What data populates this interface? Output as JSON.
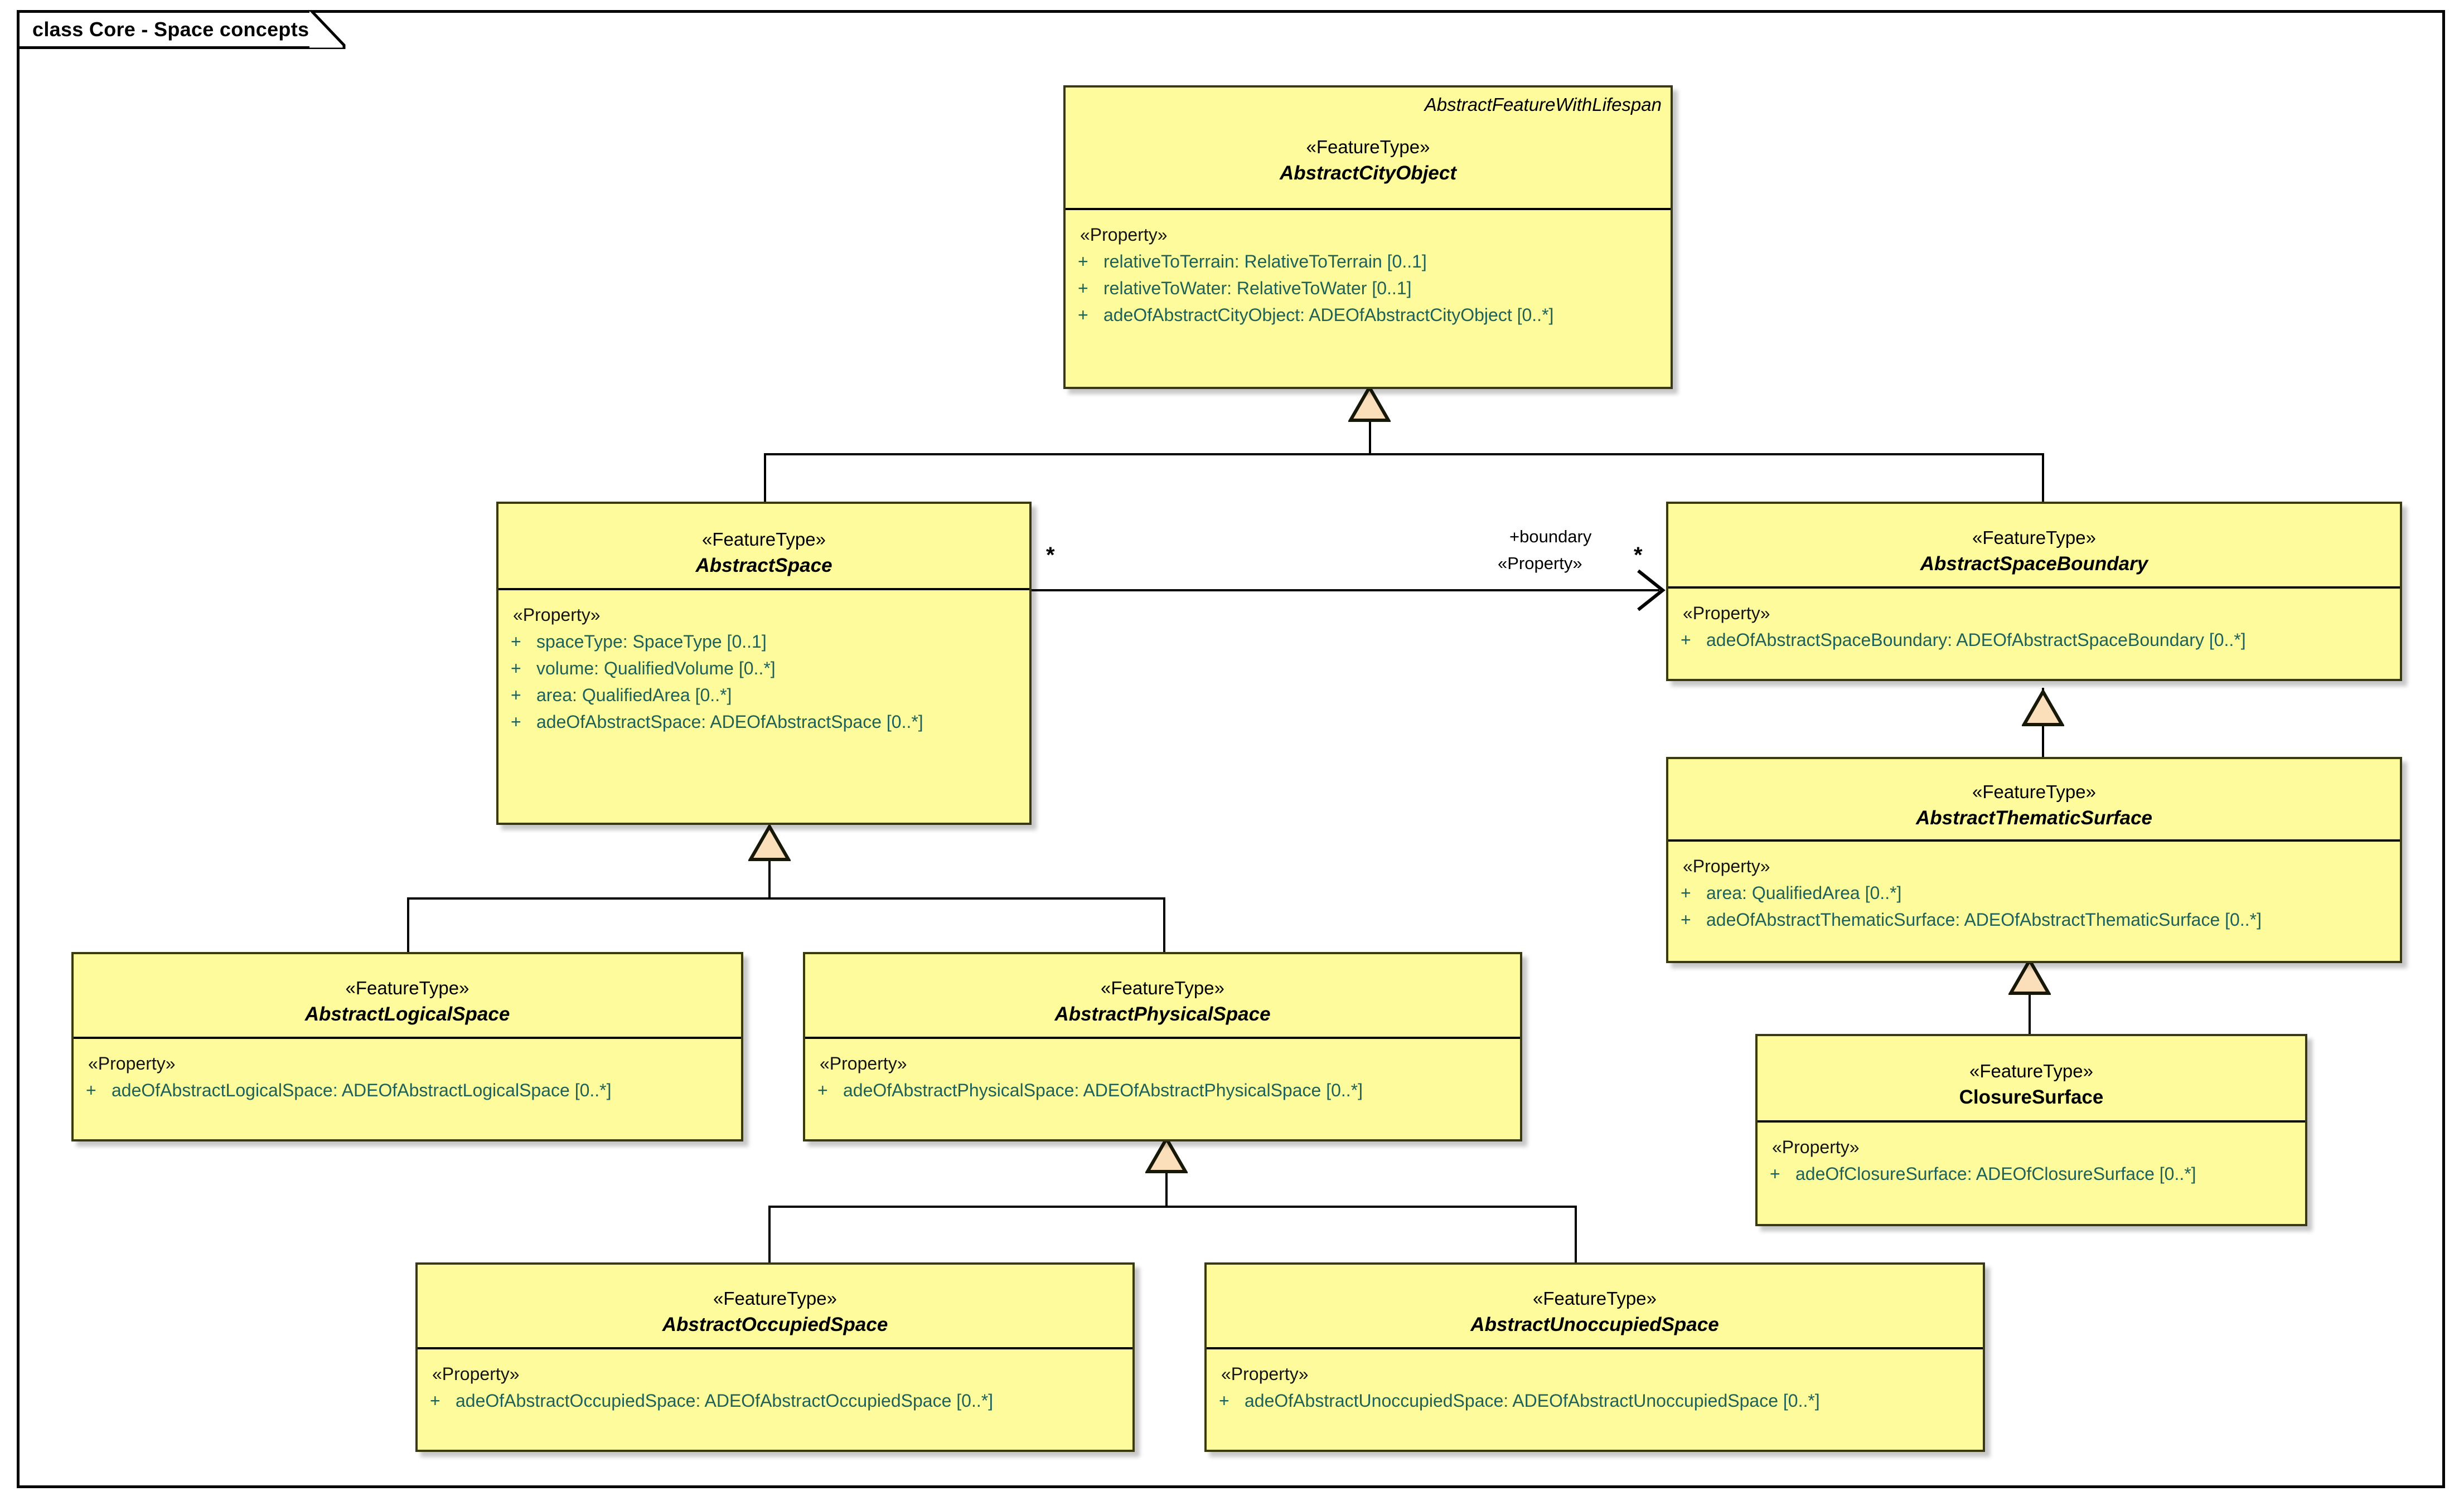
{
  "diagram": {
    "title": "class Core - Space concepts",
    "kind": "UML class diagram",
    "background_color": "#ffffff",
    "class_fill_color": "#fefb9c",
    "class_border_color": "#3a3a10",
    "property_text_color": "#1d6159",
    "generalization_fill_color": "#fbdfbb"
  },
  "classes": {
    "abstract_city_object": {
      "parent_name": "AbstractFeatureWithLifespan",
      "stereotype": "«FeatureType»",
      "name": "AbstractCityObject",
      "compartment_stereotype": "«Property»",
      "properties": [
        {
          "visibility": "+",
          "text": "relativeToTerrain: RelativeToTerrain [0..1]"
        },
        {
          "visibility": "+",
          "text": "relativeToWater: RelativeToWater [0..1]"
        },
        {
          "visibility": "+",
          "text": "adeOfAbstractCityObject: ADEOfAbstractCityObject [0..*]"
        }
      ]
    },
    "abstract_space": {
      "stereotype": "«FeatureType»",
      "name": "AbstractSpace",
      "compartment_stereotype": "«Property»",
      "properties": [
        {
          "visibility": "+",
          "text": "spaceType: SpaceType [0..1]"
        },
        {
          "visibility": "+",
          "text": "volume: QualifiedVolume [0..*]"
        },
        {
          "visibility": "+",
          "text": "area: QualifiedArea [0..*]"
        },
        {
          "visibility": "+",
          "text": "adeOfAbstractSpace: ADEOfAbstractSpace [0..*]"
        }
      ]
    },
    "abstract_space_boundary": {
      "stereotype": "«FeatureType»",
      "name": "AbstractSpaceBoundary",
      "compartment_stereotype": "«Property»",
      "properties": [
        {
          "visibility": "+",
          "text": "adeOfAbstractSpaceBoundary: ADEOfAbstractSpaceBoundary [0..*]"
        }
      ]
    },
    "abstract_thematic_surface": {
      "stereotype": "«FeatureType»",
      "name": "AbstractThematicSurface",
      "compartment_stereotype": "«Property»",
      "properties": [
        {
          "visibility": "+",
          "text": "area: QualifiedArea [0..*]"
        },
        {
          "visibility": "+",
          "text": "adeOfAbstractThematicSurface: ADEOfAbstractThematicSurface [0..*]"
        }
      ]
    },
    "closure_surface": {
      "stereotype": "«FeatureType»",
      "name": "ClosureSurface",
      "compartment_stereotype": "«Property»",
      "properties": [
        {
          "visibility": "+",
          "text": "adeOfClosureSurface: ADEOfClosureSurface [0..*]"
        }
      ]
    },
    "abstract_logical_space": {
      "stereotype": "«FeatureType»",
      "name": "AbstractLogicalSpace",
      "compartment_stereotype": "«Property»",
      "properties": [
        {
          "visibility": "+",
          "text": "adeOfAbstractLogicalSpace: ADEOfAbstractLogicalSpace [0..*]"
        }
      ]
    },
    "abstract_physical_space": {
      "stereotype": "«FeatureType»",
      "name": "AbstractPhysicalSpace",
      "compartment_stereotype": "«Property»",
      "properties": [
        {
          "visibility": "+",
          "text": "adeOfAbstractPhysicalSpace: ADEOfAbstractPhysicalSpace [0..*]"
        }
      ]
    },
    "abstract_occupied_space": {
      "stereotype": "«FeatureType»",
      "name": "AbstractOccupiedSpace",
      "compartment_stereotype": "«Property»",
      "properties": [
        {
          "visibility": "+",
          "text": "adeOfAbstractOccupiedSpace: ADEOfAbstractOccupiedSpace [0..*]"
        }
      ]
    },
    "abstract_unoccupied_space": {
      "stereotype": "«FeatureType»",
      "name": "AbstractUnoccupiedSpace",
      "compartment_stereotype": "«Property»",
      "properties": [
        {
          "visibility": "+",
          "text": "adeOfAbstractUnoccupiedSpace: ADEOfAbstractUnoccupiedSpace [0..*]"
        }
      ]
    }
  },
  "associations": {
    "space_boundary": {
      "role_label": "+boundary",
      "role_stereotype": "«Property»",
      "source_multiplicity": "*",
      "target_multiplicity": "*"
    }
  },
  "generalizations": [
    {
      "child": "AbstractSpace",
      "parent": "AbstractCityObject"
    },
    {
      "child": "AbstractSpaceBoundary",
      "parent": "AbstractCityObject"
    },
    {
      "child": "AbstractThematicSurface",
      "parent": "AbstractSpaceBoundary"
    },
    {
      "child": "ClosureSurface",
      "parent": "AbstractThematicSurface"
    },
    {
      "child": "AbstractLogicalSpace",
      "parent": "AbstractSpace"
    },
    {
      "child": "AbstractPhysicalSpace",
      "parent": "AbstractSpace"
    },
    {
      "child": "AbstractOccupiedSpace",
      "parent": "AbstractPhysicalSpace"
    },
    {
      "child": "AbstractUnoccupiedSpace",
      "parent": "AbstractPhysicalSpace"
    }
  ]
}
